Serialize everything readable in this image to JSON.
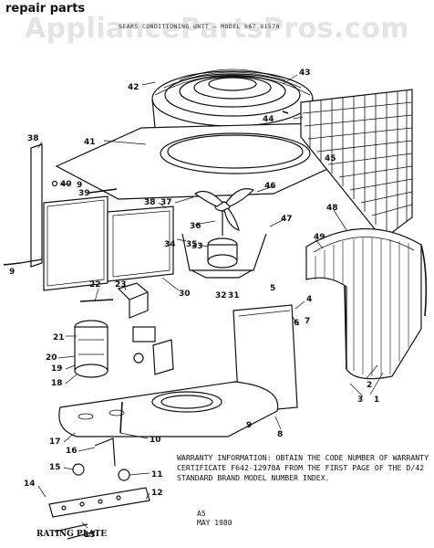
{
  "header": {
    "title": "repair parts",
    "watermark": "AppliancePartsPros.com",
    "subtitle": "SEARS CONDITIONING UNIT — MODEL 867.81570"
  },
  "warranty": {
    "text": "WARRANTY INFORMATION: OBTAIN THE CODE NUMBER OF WARRANTY CERTIFICATE F642-12978A FROM THE FIRST PAGE OF THE D/42 STANDARD BRAND MODEL NUMBER INDEX."
  },
  "revision": {
    "code": "A5",
    "date": "MAY 1980"
  },
  "rating_plate": "RATING PLATE",
  "callouts": [
    {
      "id": "c1",
      "text": "1"
    },
    {
      "id": "c2",
      "text": "2"
    },
    {
      "id": "c3",
      "text": "3"
    },
    {
      "id": "c4",
      "text": "4"
    },
    {
      "id": "c5",
      "text": "5"
    },
    {
      "id": "c6",
      "text": "6"
    },
    {
      "id": "c7",
      "text": "7"
    },
    {
      "id": "c8",
      "text": "8"
    },
    {
      "id": "c9a",
      "text": "9"
    },
    {
      "id": "c9b",
      "text": "9"
    },
    {
      "id": "c9c",
      "text": "9"
    },
    {
      "id": "c10",
      "text": "10"
    },
    {
      "id": "c11",
      "text": "11"
    },
    {
      "id": "c12",
      "text": "12"
    },
    {
      "id": "c13",
      "text": "13"
    },
    {
      "id": "c14",
      "text": "14"
    },
    {
      "id": "c15",
      "text": "15"
    },
    {
      "id": "c16",
      "text": "16"
    },
    {
      "id": "c17",
      "text": "17"
    },
    {
      "id": "c18",
      "text": "18"
    },
    {
      "id": "c19",
      "text": "19"
    },
    {
      "id": "c20",
      "text": "20"
    },
    {
      "id": "c21",
      "text": "21"
    },
    {
      "id": "c22",
      "text": "22"
    },
    {
      "id": "c23",
      "text": "23"
    },
    {
      "id": "c30",
      "text": "30"
    },
    {
      "id": "c31",
      "text": "31"
    },
    {
      "id": "c32",
      "text": "32"
    },
    {
      "id": "c33",
      "text": "33"
    },
    {
      "id": "c34",
      "text": "34"
    },
    {
      "id": "c35",
      "text": "35"
    },
    {
      "id": "c36",
      "text": "36"
    },
    {
      "id": "c37",
      "text": "37"
    },
    {
      "id": "c38a",
      "text": "38"
    },
    {
      "id": "c38b",
      "text": "38"
    },
    {
      "id": "c39",
      "text": "39"
    },
    {
      "id": "c40",
      "text": "40"
    },
    {
      "id": "c41",
      "text": "41"
    },
    {
      "id": "c42",
      "text": "42"
    },
    {
      "id": "c43",
      "text": "43"
    },
    {
      "id": "c44",
      "text": "44"
    },
    {
      "id": "c45",
      "text": "45"
    },
    {
      "id": "c46",
      "text": "46"
    },
    {
      "id": "c47",
      "text": "47"
    },
    {
      "id": "c48",
      "text": "48"
    },
    {
      "id": "c49",
      "text": "49"
    }
  ]
}
